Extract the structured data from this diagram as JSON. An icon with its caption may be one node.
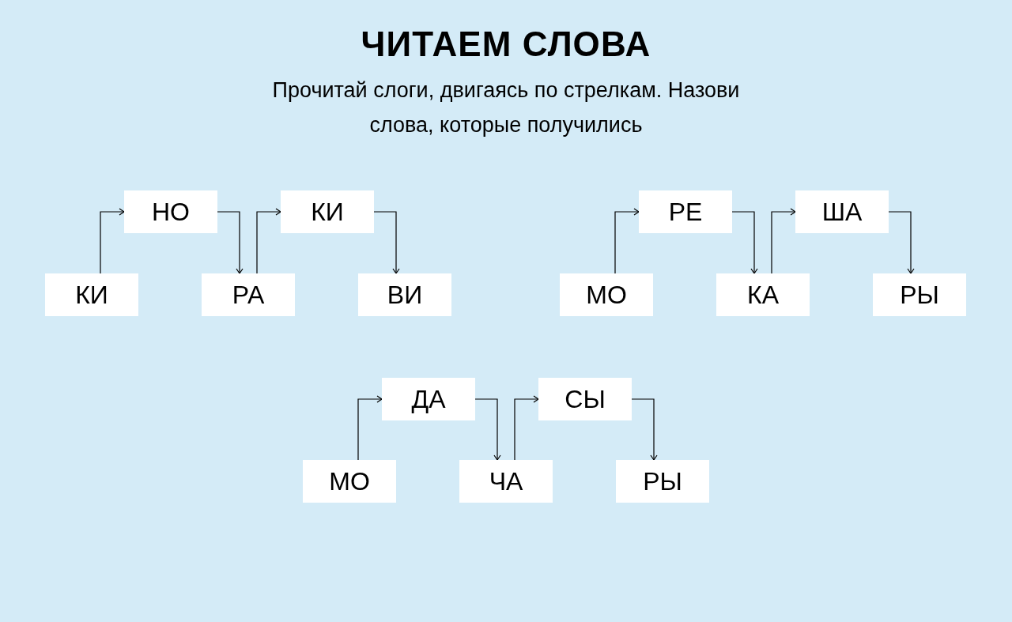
{
  "diagram": {
    "title": "ЧИТАЕМ СЛОВА",
    "nodes": [
      {
        "text": [
          "КИ"
        ]
      },
      {
        "text": [
          "НО"
        ]
      },
      {
        "text": [
          "РА"
        ]
      },
      {
        "text": [
          "КИ"
        ]
      },
      {
        "text": [
          "ВИ"
        ]
      },
      {
        "text": [
          "МО"
        ]
      },
      {
        "text": [
          "РЕ"
        ]
      },
      {
        "text": [
          "КА"
        ]
      },
      {
        "text": [
          "ША"
        ]
      },
      {
        "text": [
          "РЫ"
        ]
      },
      {
        "text": [
          "МО"
        ]
      },
      {
        "text": [
          "ДА"
        ]
      },
      {
        "text": [
          "ЧА"
        ]
      },
      {
        "text": [
          "СЫ"
        ]
      },
      {
        "text": [
          "РЫ"
        ]
      }
    ],
    "edges": [
      {
        "from": 0,
        "to": 1,
        "arrow": "to"
      },
      {
        "from": 1,
        "to": 2,
        "arrow": "to"
      },
      {
        "from": 2,
        "to": 3,
        "arrow": "to"
      },
      {
        "from": 3,
        "to": 4,
        "arrow": "to"
      },
      {
        "from": 5,
        "to": 6,
        "arrow": "to"
      },
      {
        "from": 6,
        "to": 7,
        "arrow": "to"
      },
      {
        "from": 7,
        "to": 8,
        "arrow": "to"
      },
      {
        "from": 8,
        "to": 9,
        "arrow": "to"
      },
      {
        "from": 10,
        "to": 11,
        "arrow": "to"
      },
      {
        "from": 11,
        "to": 12,
        "arrow": "to"
      },
      {
        "from": 12,
        "to": 13,
        "arrow": "to"
      },
      {
        "from": 13,
        "to": 14,
        "arrow": "to"
      }
    ],
    "labels": [
      "Прочитай слоги, двигаясь по стрелкам. Назови слова, которые получились"
    ]
  }
}
